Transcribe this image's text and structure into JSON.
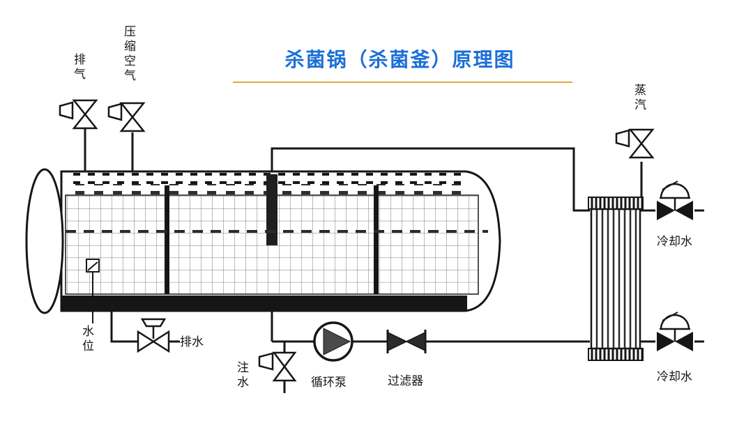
{
  "title": "杀菌锅（杀菌釜）原理图",
  "colors": {
    "title_blue": "#1b6fd6",
    "underline_orange": "#e2a63e",
    "line_black": "#161616"
  },
  "labels": {
    "exhaust": "排气",
    "compressed_air": "压缩空气",
    "steam": "蒸汽",
    "cooling_water_top": "冷却水",
    "cooling_water_bottom": "冷却水",
    "water_level": "水位",
    "drain": "排水",
    "water_inlet": "注水",
    "circulation_pump": "循环泵",
    "filter": "过滤器"
  }
}
